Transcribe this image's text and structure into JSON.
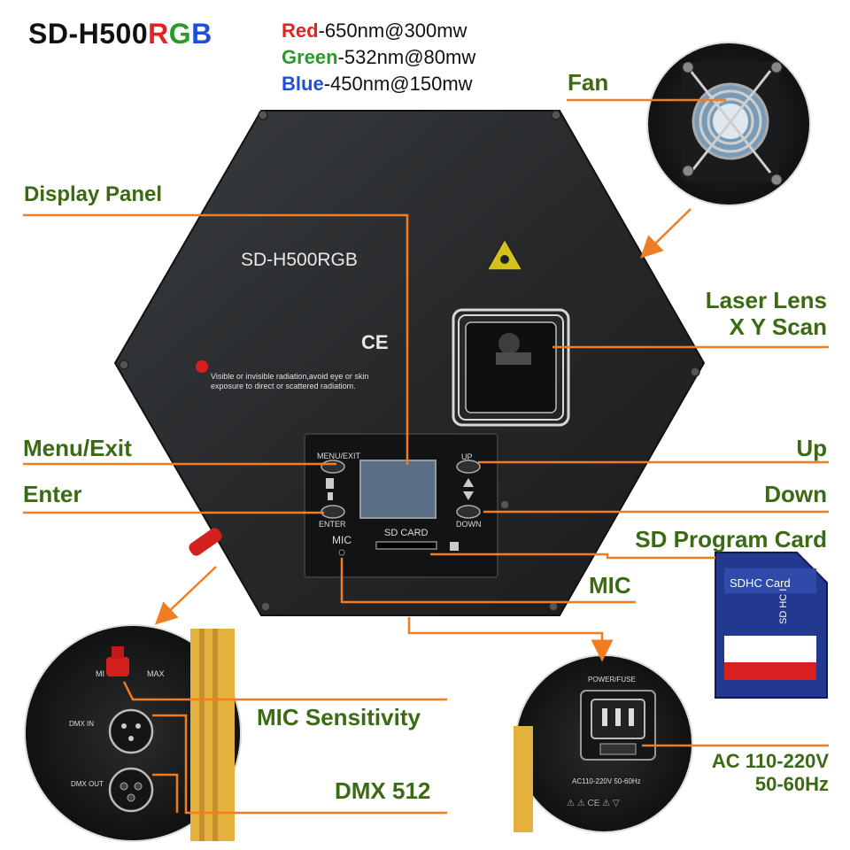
{
  "title": {
    "prefix": "SD-H500",
    "r": "R",
    "g": "G",
    "b": "B"
  },
  "specs": [
    {
      "name": "Red",
      "value": "-650nm@300mw",
      "color": "#e32222"
    },
    {
      "name": "Green",
      "value": "-532nm@80mw",
      "color": "#2a9a2a"
    },
    {
      "name": "Blue",
      "value": "-450nm@150mw",
      "color": "#1f4fd8"
    }
  ],
  "labels": {
    "fan": "Fan",
    "display_panel": "Display Panel",
    "laser_lens_1": "Laser Lens",
    "laser_lens_2": "X Y Scan",
    "menu_exit": "Menu/Exit",
    "up": "Up",
    "enter": "Enter",
    "down": "Down",
    "sd_program_card": "SD Program Card",
    "mic": "MIC",
    "mic_sensitivity": "MIC Sensitivity",
    "dmx": "DMX 512",
    "ac_1": "AC 110-220V",
    "ac_2": "50-60Hz"
  },
  "device": {
    "model_print": "SD-H500RGB",
    "ce_mark": "CE",
    "warning_line1": "Visible or invisible radiation,avoid eye or skin",
    "warning_line2": "exposure to direct or scattered radiatiom.",
    "btn_menu": "MENU/EXIT",
    "btn_up": "UP",
    "btn_enter": "ENTER",
    "btn_down": "DOWN",
    "sd_card_print": "SD CARD",
    "mic_print": "MIC"
  },
  "inset_dmx": {
    "min": "MI",
    "max": "MAX",
    "dmx_in": "DMX IN",
    "dmx_out": "DMX OUT"
  },
  "inset_power": {
    "header": "POWER/FUSE",
    "rating": "AC110-220V 50-60Hz"
  },
  "sd_card": {
    "label": "SDHC Card"
  },
  "colors": {
    "label_green": "#3a6a12",
    "arrow_orange": "#f07d22"
  }
}
